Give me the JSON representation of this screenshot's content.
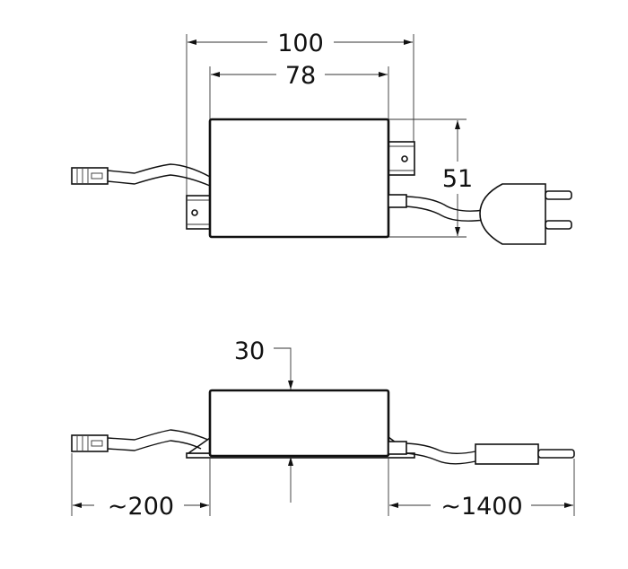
{
  "drawing": {
    "top_view": {
      "width_overall": "100",
      "width_body": "78",
      "depth": "51"
    },
    "side_view": {
      "height": "30",
      "cable_left": "~200",
      "cable_right": "~1400"
    }
  }
}
